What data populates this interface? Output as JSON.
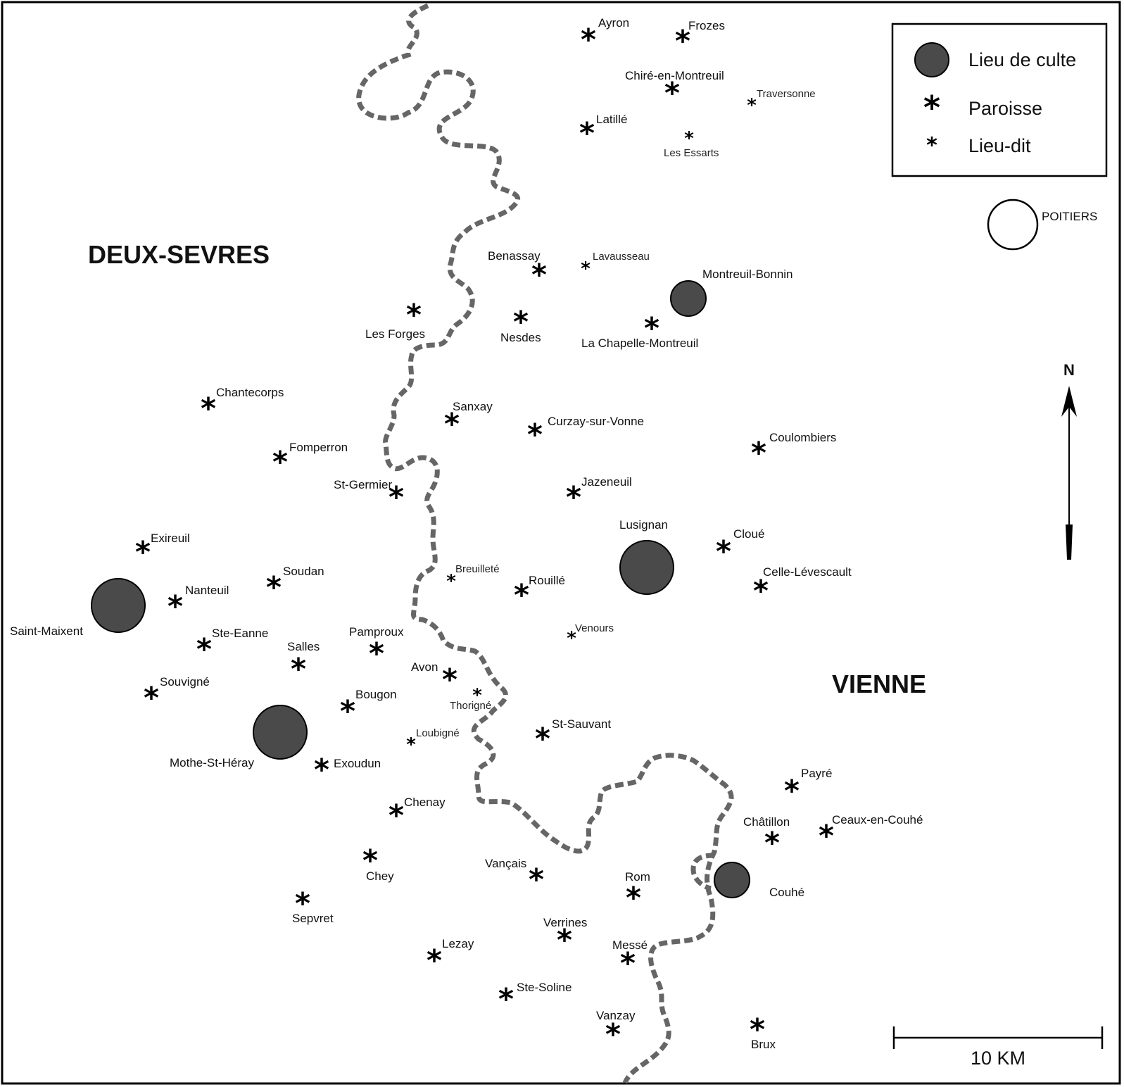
{
  "regions": {
    "west": "DEUX-SEVRES",
    "east": "VIENNE"
  },
  "legend": {
    "worship": "Lieu de culte",
    "parish": "Paroisse",
    "locality": "Lieu-dit"
  },
  "city": "POITIERS",
  "north_label": "N",
  "scale_label": "10 KM",
  "colors": {
    "worship_fill": "#4a4a4a",
    "border": "#666666",
    "frame": "#000000"
  },
  "places": [
    {
      "id": "ayron",
      "name": "Ayron",
      "type": "parish"
    },
    {
      "id": "frozes",
      "name": "Frozes",
      "type": "parish"
    },
    {
      "id": "chire",
      "name": "Chiré-en-Montreuil",
      "type": "parish"
    },
    {
      "id": "traversonne",
      "name": "Traversonne",
      "type": "lieudit"
    },
    {
      "id": "latille",
      "name": "Latillé",
      "type": "parish"
    },
    {
      "id": "essarts",
      "name": "Les Essarts",
      "type": "lieudit"
    },
    {
      "id": "benassay",
      "name": "Benassay",
      "type": "parish"
    },
    {
      "id": "lavausseau",
      "name": "Lavausseau",
      "type": "lieudit"
    },
    {
      "id": "montreuil",
      "name": "Montreuil-Bonnin",
      "type": "worship"
    },
    {
      "id": "forges",
      "name": "Les Forges",
      "type": "parish"
    },
    {
      "id": "nesdes",
      "name": "Nesdes",
      "type": "parish"
    },
    {
      "id": "chapelle",
      "name": "La Chapelle-Montreuil",
      "type": "parish"
    },
    {
      "id": "chantecorps",
      "name": "Chantecorps",
      "type": "parish"
    },
    {
      "id": "sanxay",
      "name": "Sanxay",
      "type": "parish"
    },
    {
      "id": "curzay",
      "name": "Curzay-sur-Vonne",
      "type": "parish"
    },
    {
      "id": "coulombiers",
      "name": "Coulombiers",
      "type": "parish"
    },
    {
      "id": "fomperron",
      "name": "Fomperron",
      "type": "parish"
    },
    {
      "id": "stgermier",
      "name": "St-Germier",
      "type": "parish"
    },
    {
      "id": "jazeneuil",
      "name": "Jazeneuil",
      "type": "parish"
    },
    {
      "id": "lusignan",
      "name": "Lusignan",
      "type": "worship"
    },
    {
      "id": "cloue",
      "name": "Cloué",
      "type": "parish"
    },
    {
      "id": "exireuil",
      "name": "Exireuil",
      "type": "parish"
    },
    {
      "id": "soudan",
      "name": "Soudan",
      "type": "parish"
    },
    {
      "id": "breuillete",
      "name": "Breuilleté",
      "type": "lieudit"
    },
    {
      "id": "rouille",
      "name": "Rouillé",
      "type": "parish"
    },
    {
      "id": "celle",
      "name": "Celle-Lévescault",
      "type": "parish"
    },
    {
      "id": "saintmaixent",
      "name": "Saint-Maixent",
      "type": "worship"
    },
    {
      "id": "nanteuil",
      "name": "Nanteuil",
      "type": "parish"
    },
    {
      "id": "steeanne",
      "name": "Ste-Eanne",
      "type": "parish"
    },
    {
      "id": "pamproux",
      "name": "Pamproux",
      "type": "parish"
    },
    {
      "id": "venours",
      "name": "Venours",
      "type": "lieudit"
    },
    {
      "id": "salles",
      "name": "Salles",
      "type": "parish"
    },
    {
      "id": "avon",
      "name": "Avon",
      "type": "parish"
    },
    {
      "id": "souvigne",
      "name": "Souvigné",
      "type": "parish"
    },
    {
      "id": "thorigne",
      "name": "Thorigné",
      "type": "lieudit"
    },
    {
      "id": "bougon",
      "name": "Bougon",
      "type": "parish"
    },
    {
      "id": "mothe",
      "name": "Mothe-St-Héray",
      "type": "worship"
    },
    {
      "id": "loubigne",
      "name": "Loubigné",
      "type": "lieudit"
    },
    {
      "id": "stsauvant",
      "name": "St-Sauvant",
      "type": "parish"
    },
    {
      "id": "exoudun",
      "name": "Exoudun",
      "type": "parish"
    },
    {
      "id": "payre",
      "name": "Payré",
      "type": "parish"
    },
    {
      "id": "chenay",
      "name": "Chenay",
      "type": "parish"
    },
    {
      "id": "chatillon",
      "name": "Châtillon",
      "type": "parish"
    },
    {
      "id": "ceaux",
      "name": "Ceaux-en-Couhé",
      "type": "parish"
    },
    {
      "id": "chey",
      "name": "Chey",
      "type": "parish"
    },
    {
      "id": "vancais",
      "name": "Vançais",
      "type": "parish"
    },
    {
      "id": "couhe",
      "name": "Couhé",
      "type": "worship"
    },
    {
      "id": "rom",
      "name": "Rom",
      "type": "parish"
    },
    {
      "id": "sepvret",
      "name": "Sepvret",
      "type": "parish"
    },
    {
      "id": "verrines",
      "name": "Verrines",
      "type": "parish"
    },
    {
      "id": "lezay",
      "name": "Lezay",
      "type": "parish"
    },
    {
      "id": "messe",
      "name": "Messé",
      "type": "parish"
    },
    {
      "id": "stesoline",
      "name": "Ste-Soline",
      "type": "parish"
    },
    {
      "id": "vanzay",
      "name": "Vanzay",
      "type": "parish"
    },
    {
      "id": "brux",
      "name": "Brux",
      "type": "parish"
    }
  ]
}
